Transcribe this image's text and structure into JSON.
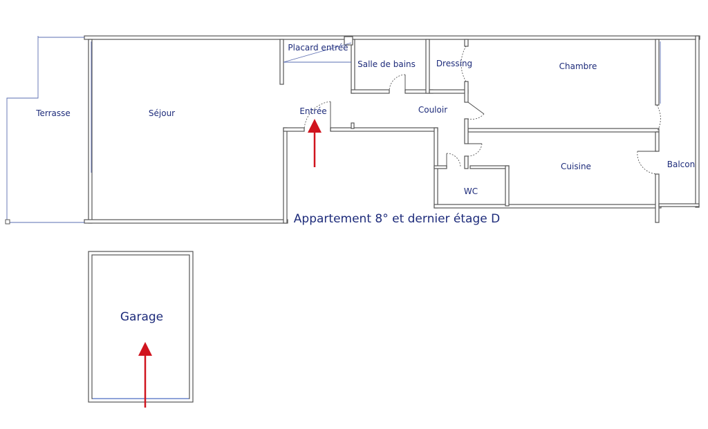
{
  "floor_plan": {
    "caption": "Appartement 8° et dernier étage D",
    "rooms": {
      "terrasse": "Terrasse",
      "sejour": "Séjour",
      "placard_entree": "Placard entrée",
      "entree": "Entrée",
      "salle_de_bains": "Salle de bains",
      "dressing": "Dressing",
      "chambre": "Chambre",
      "couloir": "Couloir",
      "cuisine": "Cuisine",
      "balcon": "Balcon",
      "wc": "WC"
    },
    "colors": {
      "label_text": "#1d2b7a",
      "wall_outline": "#555555",
      "entrance_arrow": "#d0141e"
    }
  },
  "garage": {
    "label": "Garage"
  }
}
